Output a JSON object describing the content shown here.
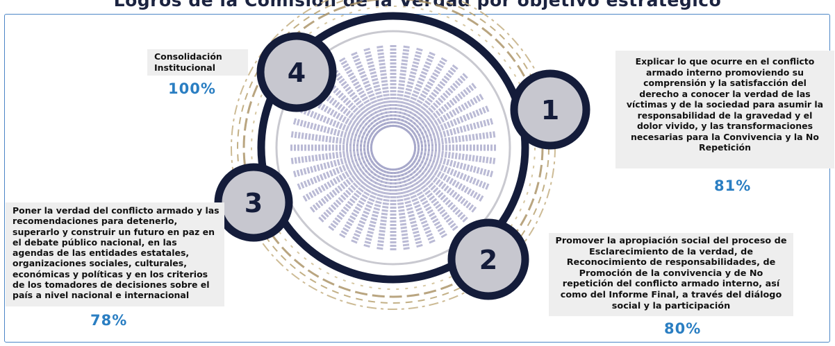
{
  "title": "Logros de la Comisión de la Verdad por objetivo estratégico",
  "stages": [
    {
      "number": "1",
      "text": "Explicar lo que ocurre en el conflicto armado interno promoviendo su comprensión y la satisfacción del derecho a conocer la verdad de las víctimas y de la sociedad para asumir la responsabilidad de la gravedad y el dolor vivido, y las transformaciones necesarias para la Convivencia y la No Repetición",
      "percent": "81%"
    },
    {
      "number": "2",
      "text": "Promover la apropiación social del proceso de Esclarecimiento de la verdad, de Reconocimiento de responsabilidades, de Promoción de la convivencia y de No repetición del conflicto armado interno, así como del Informe Final, a través del diálogo social y la participación",
      "percent": "80%"
    },
    {
      "number": "3",
      "text": "Poner la verdad del conflicto armado y las recomendaciones para detenerlo, superarlo y construir un futuro en paz en el debate público nacional, en las agendas de las entidades estatales, organizaciones sociales, culturales, económicas y políticas y en los criterios de los tomadores de decisiones sobre el país a nivel nacional e internacional",
      "percent": "78%"
    },
    {
      "number": "4",
      "text": "Consolidación Institucional",
      "percent": "100%"
    }
  ],
  "colors": {
    "ring": "#141c3a",
    "node_fill": "#c7c7cf",
    "accent": "#2a7ec2",
    "dashes": "#b9a271",
    "rays": "#a3a4c8",
    "box": "#eeeeee",
    "frame": "#4c86c6"
  }
}
